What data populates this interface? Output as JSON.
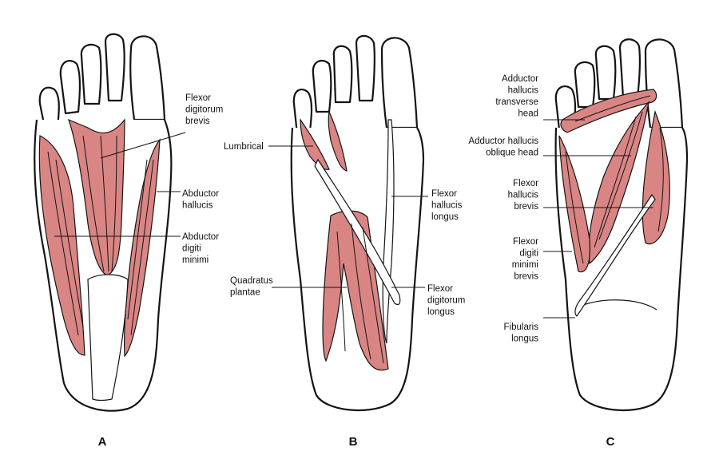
{
  "colors": {
    "muscle": "#d98584",
    "outline": "#141414",
    "background": "#ffffff"
  },
  "panels": [
    {
      "letter": "A",
      "labels": [
        {
          "lines": [
            "Flexor",
            "digitorum",
            "brevis"
          ]
        },
        {
          "lines": [
            "Abductor",
            "hallucis"
          ]
        },
        {
          "lines": [
            "Abductor",
            "digiti",
            "minimi"
          ]
        }
      ]
    },
    {
      "letter": "B",
      "labels": [
        {
          "lines": [
            "Lumbrical"
          ]
        },
        {
          "lines": [
            "Flexor",
            "hallucis",
            "longus"
          ]
        },
        {
          "lines": [
            "Quadratus",
            "plantae"
          ]
        },
        {
          "lines": [
            "Flexor",
            "digitorum",
            "longus"
          ]
        }
      ]
    },
    {
      "letter": "C",
      "labels": [
        {
          "lines": [
            "Adductor",
            "hallucis",
            "transverse",
            "head"
          ]
        },
        {
          "lines": [
            "Adductor hallucis",
            "oblique head"
          ]
        },
        {
          "lines": [
            "Flexor",
            "hallucis",
            "brevis"
          ]
        },
        {
          "lines": [
            "Flexor",
            "digiti",
            "minimi",
            "brevis"
          ]
        },
        {
          "lines": [
            "Fibularis",
            "longus"
          ]
        }
      ]
    }
  ]
}
